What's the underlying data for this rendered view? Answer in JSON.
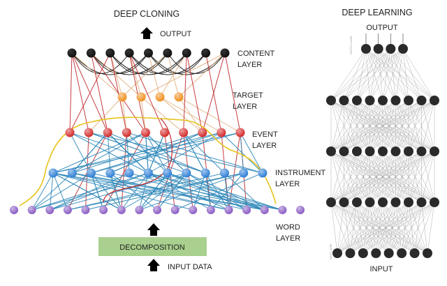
{
  "deep_cloning": {
    "title": "DEEP CLONING",
    "output_label": "OUTPUT",
    "decomposition_label": "DECOMPOSITION",
    "input_label": "INPUT DATA",
    "layers": [
      {
        "key": "content",
        "line1": "CONTENT",
        "line2": "LAYER",
        "nodes": 9,
        "color": "#111111"
      },
      {
        "key": "target",
        "line1": "TARGET",
        "line2": "LAYER",
        "nodes": 4,
        "color": "#f0901e"
      },
      {
        "key": "event",
        "line1": "EVENT",
        "line2": "LAYER",
        "nodes": 10,
        "color": "#d42a2a"
      },
      {
        "key": "instrument",
        "line1": "INSTRUMENT",
        "line2": "LAYER",
        "nodes": 12,
        "color": "#2e7fd6"
      },
      {
        "key": "word",
        "line1": "WORD",
        "line2": "LAYER",
        "nodes": 17,
        "color": "#8a5cc4"
      }
    ],
    "edge_colors": {
      "content_links": "#222222",
      "target_links": "#e0b080",
      "event_links": "#c0282e",
      "instrument_links": "#2a86b8",
      "skip_links": "#e8c21a"
    },
    "decomposition_fill": "#a9d08e"
  },
  "deep_learning": {
    "title": "DEEP LEARNING",
    "output_label": "OUTPUT",
    "input_label": "INPUT",
    "output_layer_caption": "OUTPUT LAYER",
    "input_layer_caption": "INPUT LAYER",
    "layers": [
      {
        "key": "output",
        "nodes": 4
      },
      {
        "key": "hidden-1",
        "nodes": 9
      },
      {
        "key": "hidden-2",
        "nodes": 9
      },
      {
        "key": "hidden-3",
        "nodes": 9
      },
      {
        "key": "input",
        "nodes": 8
      }
    ],
    "node_color": "#2a2a2a",
    "edge_color": "#9a9a9a"
  }
}
